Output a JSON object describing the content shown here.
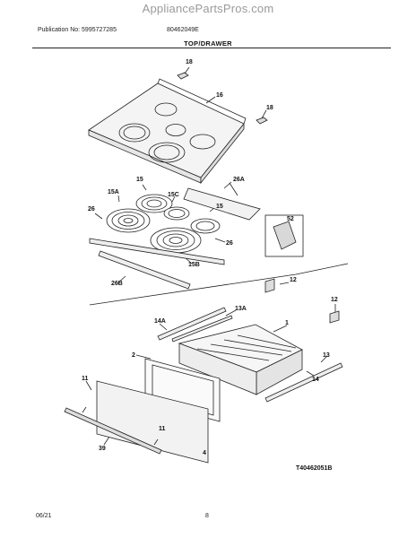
{
  "watermark": "AppliancePartsPros.com",
  "header": {
    "publication": "Publication No: 5995727285",
    "model": "80462049E"
  },
  "title": "TOP/DRAWER",
  "diagram_code": "T40462051B",
  "footer": {
    "date": "06/21",
    "page": "8"
  },
  "callouts": {
    "p18a": "18",
    "p16": "16",
    "p18b": "18",
    "p15a": "15",
    "p15A": "15A",
    "p15C": "15C",
    "p26A": "26A",
    "p26a": "26",
    "p15b": "15",
    "p52": "52",
    "p26b": "26",
    "p15B": "15B",
    "p26B": "26B",
    "p12a": "12",
    "p14A": "14A",
    "p13A": "13A",
    "p1": "1",
    "p12b": "12",
    "p2": "2",
    "p13": "13",
    "p11a": "11",
    "p14": "14",
    "p39": "39",
    "p11b": "11",
    "p4": "4"
  }
}
